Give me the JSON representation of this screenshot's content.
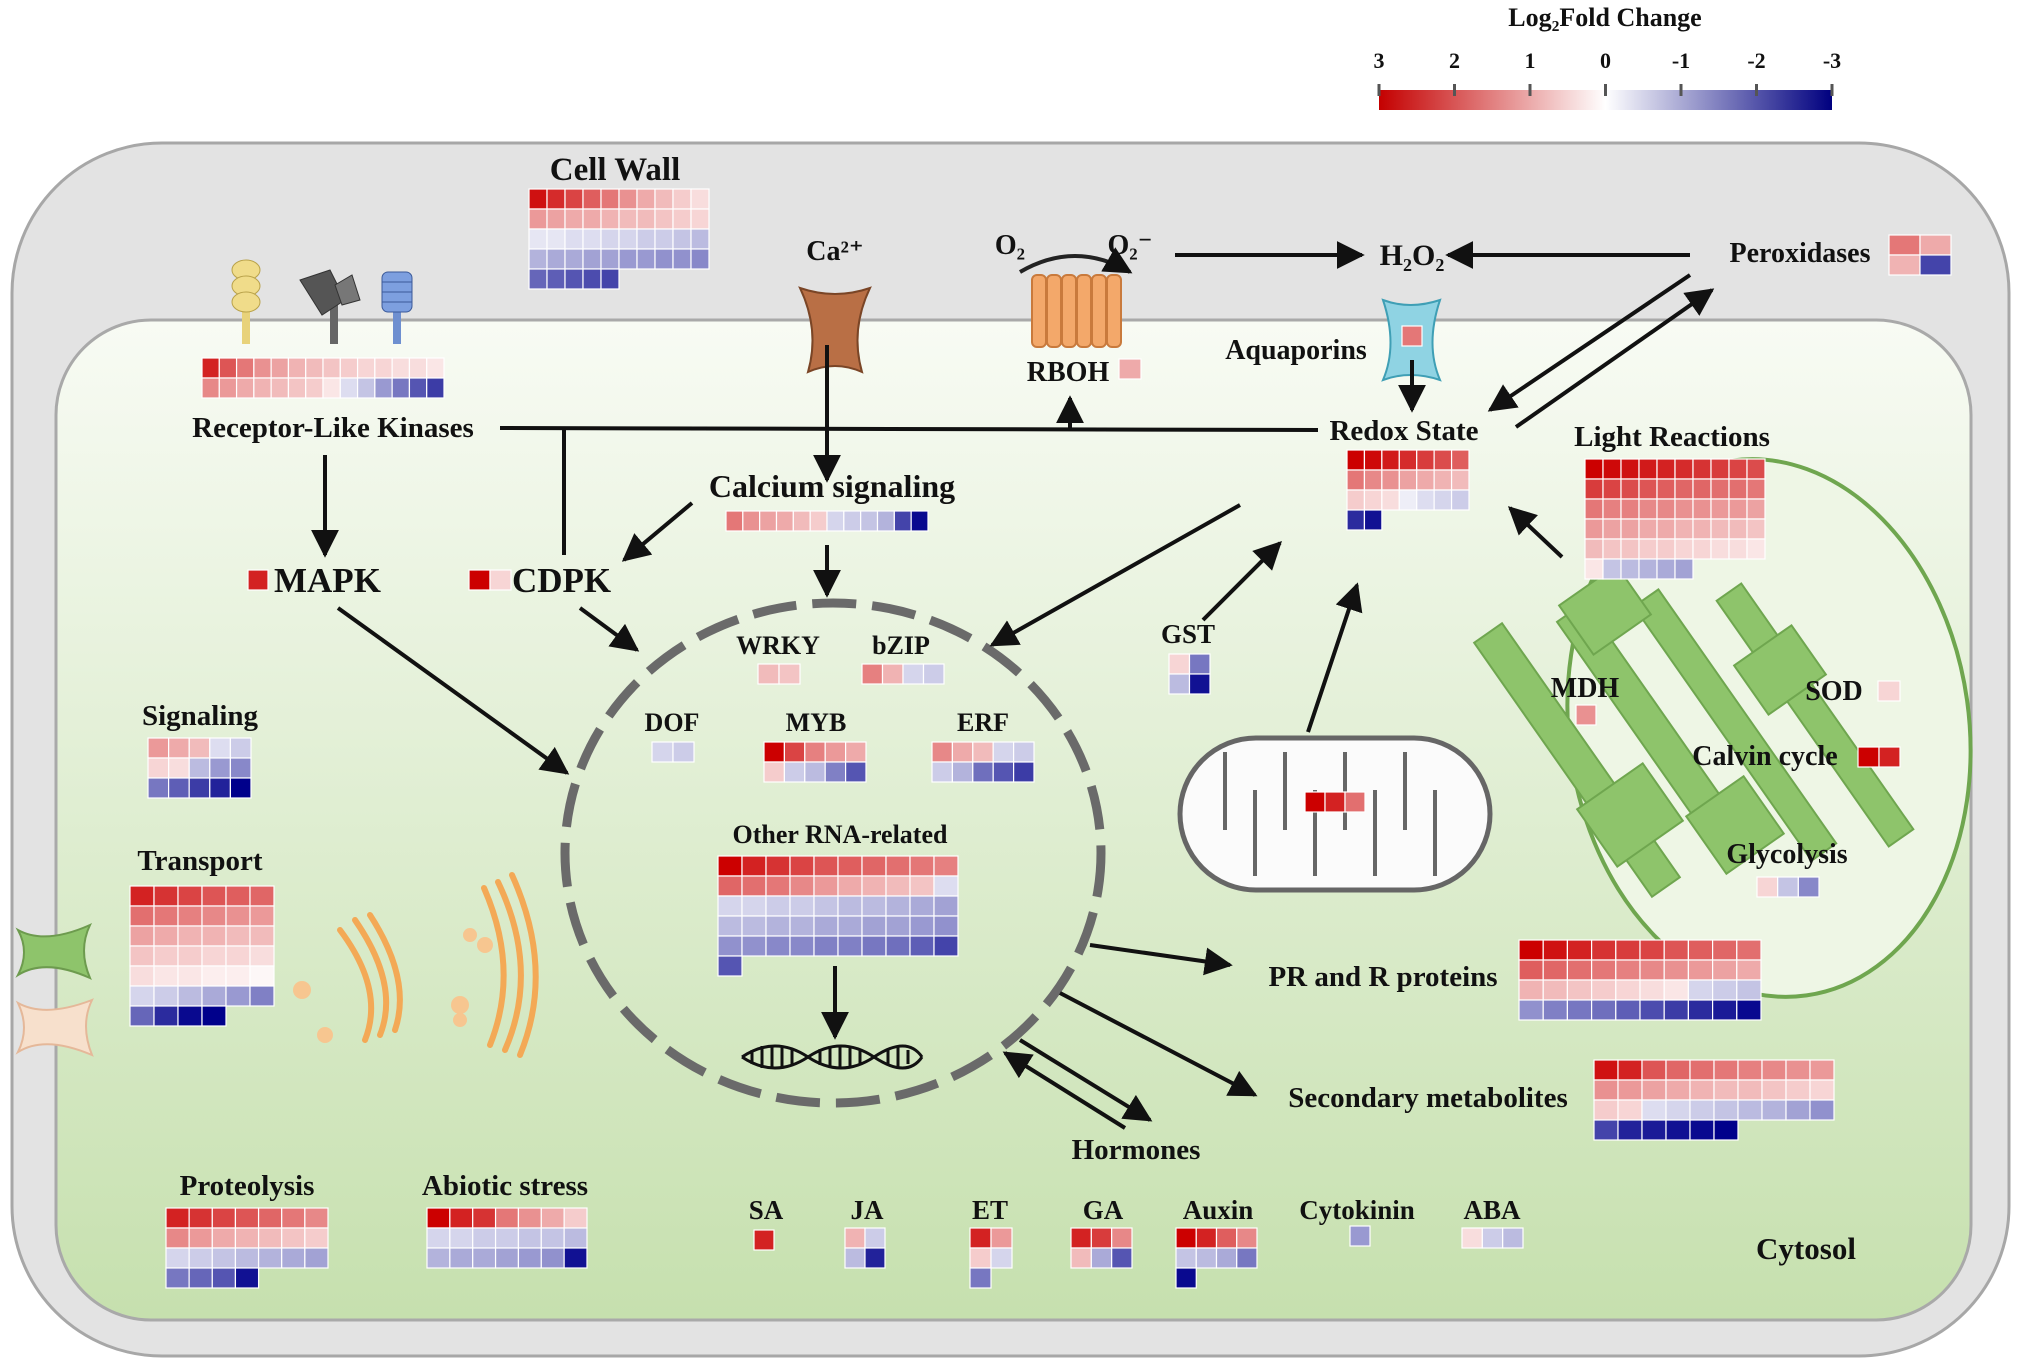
{
  "legend": {
    "title": "Log₂Fold Change",
    "ticks": [
      "3",
      "2",
      "1",
      "0",
      "-1",
      "-2",
      "-3"
    ],
    "colors": {
      "high": "#cc0000",
      "mid": "#ffffff",
      "low": "#00008b"
    }
  },
  "compartments": {
    "cytosol": "Cytosol"
  },
  "colors": {
    "wall_outer": "#e2e2e2",
    "wall_border": "#a8a8a8",
    "cytosol_top": "#f7faf2",
    "cytosol_bottom": "#c9e2b4",
    "golgi": "#f3b56f",
    "chloroplast": "#8ec46b",
    "rboh": "#f0a46a",
    "aquaporin": "#8fd3e3",
    "ca_channel": "#c07a4a"
  },
  "labels": {
    "cell_wall": "Cell Wall",
    "receptor_like_kinases": "Receptor-Like Kinases",
    "calcium_ion": "Ca²⁺",
    "calcium_signaling": "Calcium signaling",
    "mapk": "MAPK",
    "cdpk": "CDPK",
    "o2": "O₂",
    "superoxide": "O₂⁻",
    "rboh": "RBOH",
    "h2o2": "H₂O₂",
    "aquaporins": "Aquaporins",
    "peroxidases": "Peroxidases",
    "redox_state": "Redox State",
    "light_reactions": "Light Reactions",
    "signaling": "Signaling",
    "transport": "Transport",
    "wrky": "WRKY",
    "bzip": "bZIP",
    "dof": "DOF",
    "myb": "MYB",
    "erf": "ERF",
    "other_rna": "Other RNA-related",
    "gst": "GST",
    "mdh": "MDH",
    "sod": "SOD",
    "calvin_cycle": "Calvin cycle",
    "glycolysis": "Glycolysis",
    "pr_r_proteins": "PR and R proteins",
    "secondary_metabolites": "Secondary metabolites",
    "hormones": "Hormones",
    "proteolysis": "Proteolysis",
    "abiotic_stress": "Abiotic stress",
    "sa": "SA",
    "ja": "JA",
    "et": "ET",
    "ga": "GA",
    "auxin": "Auxin",
    "cytokinin": "Cytokinin",
    "aba": "ABA"
  },
  "heatmaps": {
    "cell_wall": [
      [
        2.8,
        2.5,
        2.2,
        1.9,
        1.6,
        1.3,
        1.0,
        0.8,
        0.6,
        0.4
      ],
      [
        1.2,
        1.1,
        1.0,
        1.0,
        0.9,
        0.8,
        0.8,
        0.7,
        0.6,
        0.5
      ],
      [
        -0.3,
        -0.3,
        -0.4,
        -0.4,
        -0.5,
        -0.5,
        -0.6,
        -0.6,
        -0.7,
        -0.8
      ],
      [
        -0.9,
        -1.0,
        -1.0,
        -1.1,
        -1.1,
        -1.2,
        -1.2,
        -1.3,
        -1.3,
        -1.4
      ],
      [
        -1.8,
        -1.9,
        -2.0,
        -2.1,
        -2.2
      ]
    ],
    "receptor_like_kinases": [
      [
        2.6,
        2.0,
        1.6,
        1.3,
        1.1,
        0.9,
        0.8,
        0.7,
        0.6,
        0.5,
        0.5,
        0.4,
        0.4,
        0.3
      ],
      [
        1.4,
        1.2,
        1.0,
        0.9,
        0.8,
        0.7,
        0.6,
        0.3,
        -0.4,
        -0.7,
        -1.2,
        -1.6,
        -2.0,
        -2.3
      ]
    ],
    "calcium_signaling": [
      [
        1.6,
        1.3,
        1.1,
        1.0,
        0.8,
        0.6,
        -0.5,
        -0.6,
        -0.7,
        -0.9,
        -2.2,
        -2.9
      ]
    ],
    "mapk": [
      [
        2.6
      ]
    ],
    "cdpk": [
      [
        3.0,
        0.5
      ]
    ],
    "rboh": [
      [
        1.0
      ]
    ],
    "aquaporins": [
      [
        1.6
      ]
    ],
    "peroxidases": [
      [
        1.6,
        1.0
      ],
      [
        0.9,
        -2.2
      ]
    ],
    "redox_state": [
      [
        3.0,
        2.9,
        2.7,
        2.5,
        2.3,
        2.1,
        1.9
      ],
      [
        1.6,
        1.4,
        1.3,
        1.1,
        1.0,
        0.9,
        0.8
      ],
      [
        0.6,
        0.5,
        0.4,
        -0.2,
        -0.4,
        -0.5,
        -0.6
      ],
      [
        -2.5,
        -2.8
      ]
    ],
    "light_reactions": [
      [
        3.0,
        2.9,
        2.8,
        2.7,
        2.6,
        2.5,
        2.4,
        2.3,
        2.2,
        2.1
      ],
      [
        2.3,
        2.2,
        2.1,
        2.0,
        1.9,
        1.8,
        1.8,
        1.7,
        1.7,
        1.6
      ],
      [
        1.6,
        1.5,
        1.5,
        1.4,
        1.4,
        1.3,
        1.3,
        1.2,
        1.2,
        1.1
      ],
      [
        1.2,
        1.1,
        1.1,
        1.0,
        1.0,
        0.9,
        0.9,
        0.8,
        0.8,
        0.7
      ],
      [
        0.8,
        0.7,
        0.7,
        0.6,
        0.6,
        0.5,
        0.5,
        0.4,
        0.4,
        0.3
      ],
      [
        0.3,
        -0.7,
        -0.8,
        -0.9,
        -1.0,
        -1.1
      ]
    ],
    "signaling": [
      [
        1.2,
        1.0,
        0.8,
        -0.4,
        -0.6
      ],
      [
        0.5,
        0.4,
        -0.8,
        -1.2,
        -1.4
      ],
      [
        -1.6,
        -1.9,
        -2.3,
        -2.6,
        -3.0
      ]
    ],
    "transport": [
      [
        2.6,
        2.4,
        2.2,
        2.0,
        1.9,
        1.8
      ],
      [
        1.7,
        1.6,
        1.5,
        1.4,
        1.3,
        1.2
      ],
      [
        1.1,
        1.0,
        0.9,
        0.9,
        0.8,
        0.8
      ],
      [
        0.7,
        0.6,
        0.6,
        0.5,
        0.5,
        0.4
      ],
      [
        0.4,
        0.3,
        0.3,
        0.2,
        0.2,
        0.1
      ],
      [
        -0.5,
        -0.6,
        -0.8,
        -1.0,
        -1.2,
        -1.5
      ],
      [
        -1.8,
        -2.5,
        -2.9,
        -3.0
      ]
    ],
    "wrky": [
      [
        0.8,
        0.7
      ]
    ],
    "bzip": [
      [
        1.5,
        0.9,
        -0.5,
        -0.6
      ]
    ],
    "dof": [
      [
        -0.5,
        -0.6
      ]
    ],
    "myb": [
      [
        3.0,
        2.2,
        1.5,
        1.2,
        1.0
      ],
      [
        0.6,
        -0.6,
        -0.8,
        -1.5,
        -2.0
      ]
    ],
    "erf": [
      [
        1.4,
        1.0,
        0.8,
        -0.5,
        -0.6
      ],
      [
        -0.6,
        -0.9,
        -1.7,
        -2.0,
        -2.3
      ]
    ],
    "other_rna": [
      [
        3.0,
        2.6,
        2.4,
        2.2,
        2.0,
        1.9,
        1.8,
        1.7,
        1.6,
        1.5
      ],
      [
        1.8,
        1.7,
        1.6,
        1.4,
        1.2,
        1.0,
        0.9,
        0.8,
        0.7,
        -0.4
      ],
      [
        -0.5,
        -0.5,
        -0.6,
        -0.6,
        -0.7,
        -0.8,
        -0.8,
        -0.9,
        -1.0,
        -1.1
      ],
      [
        -0.8,
        -0.8,
        -0.9,
        -0.9,
        -1.0,
        -1.0,
        -1.1,
        -1.1,
        -1.2,
        -1.3
      ],
      [
        -1.3,
        -1.3,
        -1.4,
        -1.4,
        -1.5,
        -1.5,
        -1.6,
        -1.7,
        -1.9,
        -2.2
      ],
      [
        -2.0
      ]
    ],
    "gst": [
      [
        0.5,
        -1.6
      ],
      [
        -0.8,
        -2.8
      ]
    ],
    "mitochondria": [
      [
        3.0,
        2.6,
        1.7
      ]
    ],
    "mdh": [
      [
        1.3
      ]
    ],
    "sod": [
      [
        0.5
      ]
    ],
    "calvin_cycle": [
      [
        3.0,
        2.6
      ]
    ],
    "glycolysis": [
      [
        0.5,
        -0.7,
        -1.4
      ]
    ],
    "pr_r_proteins": [
      [
        3.0,
        2.8,
        2.6,
        2.4,
        2.3,
        2.2,
        2.0,
        1.9,
        1.8,
        1.7
      ],
      [
        1.9,
        1.8,
        1.7,
        1.6,
        1.5,
        1.4,
        1.3,
        1.2,
        1.1,
        1.0
      ],
      [
        0.9,
        0.8,
        0.7,
        0.6,
        0.5,
        0.4,
        0.3,
        -0.5,
        -0.6,
        -0.7
      ],
      [
        -1.3,
        -1.5,
        -1.6,
        -1.7,
        -1.9,
        -2.1,
        -2.3,
        -2.5,
        -2.7,
        -2.9
      ]
    ],
    "secondary_metabolites": [
      [
        2.8,
        2.6,
        2.0,
        1.8,
        1.7,
        1.6,
        1.5,
        1.4,
        1.3,
        1.2
      ],
      [
        1.3,
        1.2,
        1.1,
        1.0,
        0.9,
        0.8,
        0.8,
        0.7,
        0.6,
        0.5
      ],
      [
        0.6,
        0.5,
        -0.4,
        -0.5,
        -0.6,
        -0.7,
        -0.8,
        -0.9,
        -1.1,
        -1.3
      ],
      [
        -2.2,
        -2.6,
        -2.7,
        -2.8,
        -2.9,
        -3.0
      ]
    ],
    "proteolysis": [
      [
        2.6,
        2.4,
        2.2,
        2.0,
        1.8,
        1.6,
        1.4
      ],
      [
        1.4,
        1.2,
        1.0,
        0.9,
        0.8,
        0.7,
        0.6
      ],
      [
        -0.5,
        -0.6,
        -0.7,
        -0.8,
        -0.9,
        -1.0,
        -1.1
      ],
      [
        -1.6,
        -1.8,
        -2.0,
        -2.8
      ]
    ],
    "abiotic_stress": [
      [
        3.0,
        2.6,
        2.4,
        1.6,
        1.3,
        1.0,
        0.6
      ],
      [
        -0.5,
        -0.5,
        -0.6,
        -0.6,
        -0.7,
        -0.7,
        -0.8
      ],
      [
        -0.9,
        -1.0,
        -1.0,
        -1.1,
        -1.2,
        -1.3,
        -2.8
      ]
    ],
    "sa": [
      [
        2.6
      ]
    ],
    "ja": [
      [
        0.9,
        -0.6
      ],
      [
        -0.8,
        -2.6
      ]
    ],
    "et": [
      [
        2.6,
        1.2
      ],
      [
        0.6,
        -0.5
      ],
      [
        -1.6
      ]
    ],
    "ga": [
      [
        2.6,
        2.3,
        1.4
      ],
      [
        0.8,
        -1.0,
        -2.0
      ]
    ],
    "auxin": [
      [
        3.0,
        2.6,
        1.9,
        1.4
      ],
      [
        -0.7,
        -0.8,
        -1.0,
        -1.6
      ],
      [
        -2.9
      ]
    ],
    "cytokinin": [
      [
        -1.2
      ]
    ],
    "aba": [
      [
        0.4,
        -0.6,
        -0.8
      ]
    ]
  }
}
